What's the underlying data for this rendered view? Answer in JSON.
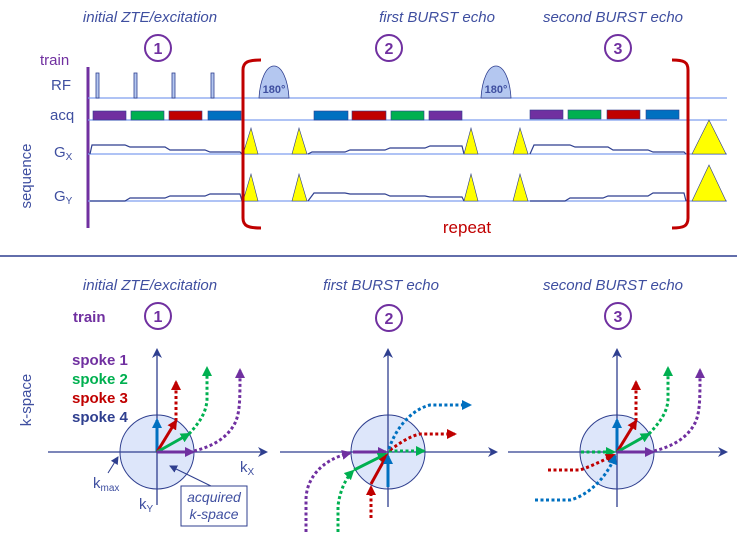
{
  "colors": {
    "label": "#3f4fa0",
    "train": "#7030a0",
    "repeat": "#c00000",
    "spoke1": "#7030a0",
    "spoke2": "#00b050",
    "spoke3": "#c00000",
    "spoke4": "#0070c0",
    "axis": "#2f3f8f",
    "baseline": "#7f9fef",
    "gradient_lobe": "#ffff00",
    "rf_fill": "#b4c7f0",
    "kspace_fill": "#dde6fa"
  },
  "sequence": {
    "side_label": "sequence",
    "row_labels": {
      "train": "train",
      "rf": "RF",
      "acq": "acq",
      "gx_main": "G",
      "gx_sub": "X",
      "gy_main": "G",
      "gy_sub": "Y"
    },
    "phases": [
      {
        "title": "initial ZTE/excitation",
        "number": "1",
        "acq_order": [
          "spoke1",
          "spoke2",
          "spoke3",
          "spoke4"
        ]
      },
      {
        "title": "first BURST echo",
        "number": "2",
        "acq_order": [
          "spoke4",
          "spoke3",
          "spoke2",
          "spoke1"
        ]
      },
      {
        "title": "second BURST echo",
        "number": "3",
        "acq_order": [
          "spoke1",
          "spoke2",
          "spoke3",
          "spoke4"
        ]
      }
    ],
    "refocus_pulses": [
      {
        "label": "180°"
      },
      {
        "label": "180°"
      }
    ],
    "rf_hard_pulse_count": 4,
    "repeat_label": "repeat"
  },
  "kspace": {
    "side_label": "k-space",
    "train_label": "train",
    "legend": [
      {
        "label": "spoke 1",
        "color_key": "spoke1"
      },
      {
        "label": "spoke 2",
        "color_key": "spoke2"
      },
      {
        "label": "spoke 3",
        "color_key": "spoke3"
      },
      {
        "label": "spoke 4",
        "color_key": "spoke4"
      }
    ],
    "axis_labels": {
      "kx_main": "k",
      "kx_sub": "X",
      "ky_main": "k",
      "ky_sub": "Y",
      "kmax_main": "k",
      "kmax_sub": "max"
    },
    "annotation": [
      "acquired",
      "k-space"
    ],
    "panels": [
      {
        "title": "initial ZTE/excitation",
        "number": "1"
      },
      {
        "title": "first BURST echo",
        "number": "2"
      },
      {
        "title": "second BURST echo",
        "number": "3"
      }
    ]
  }
}
